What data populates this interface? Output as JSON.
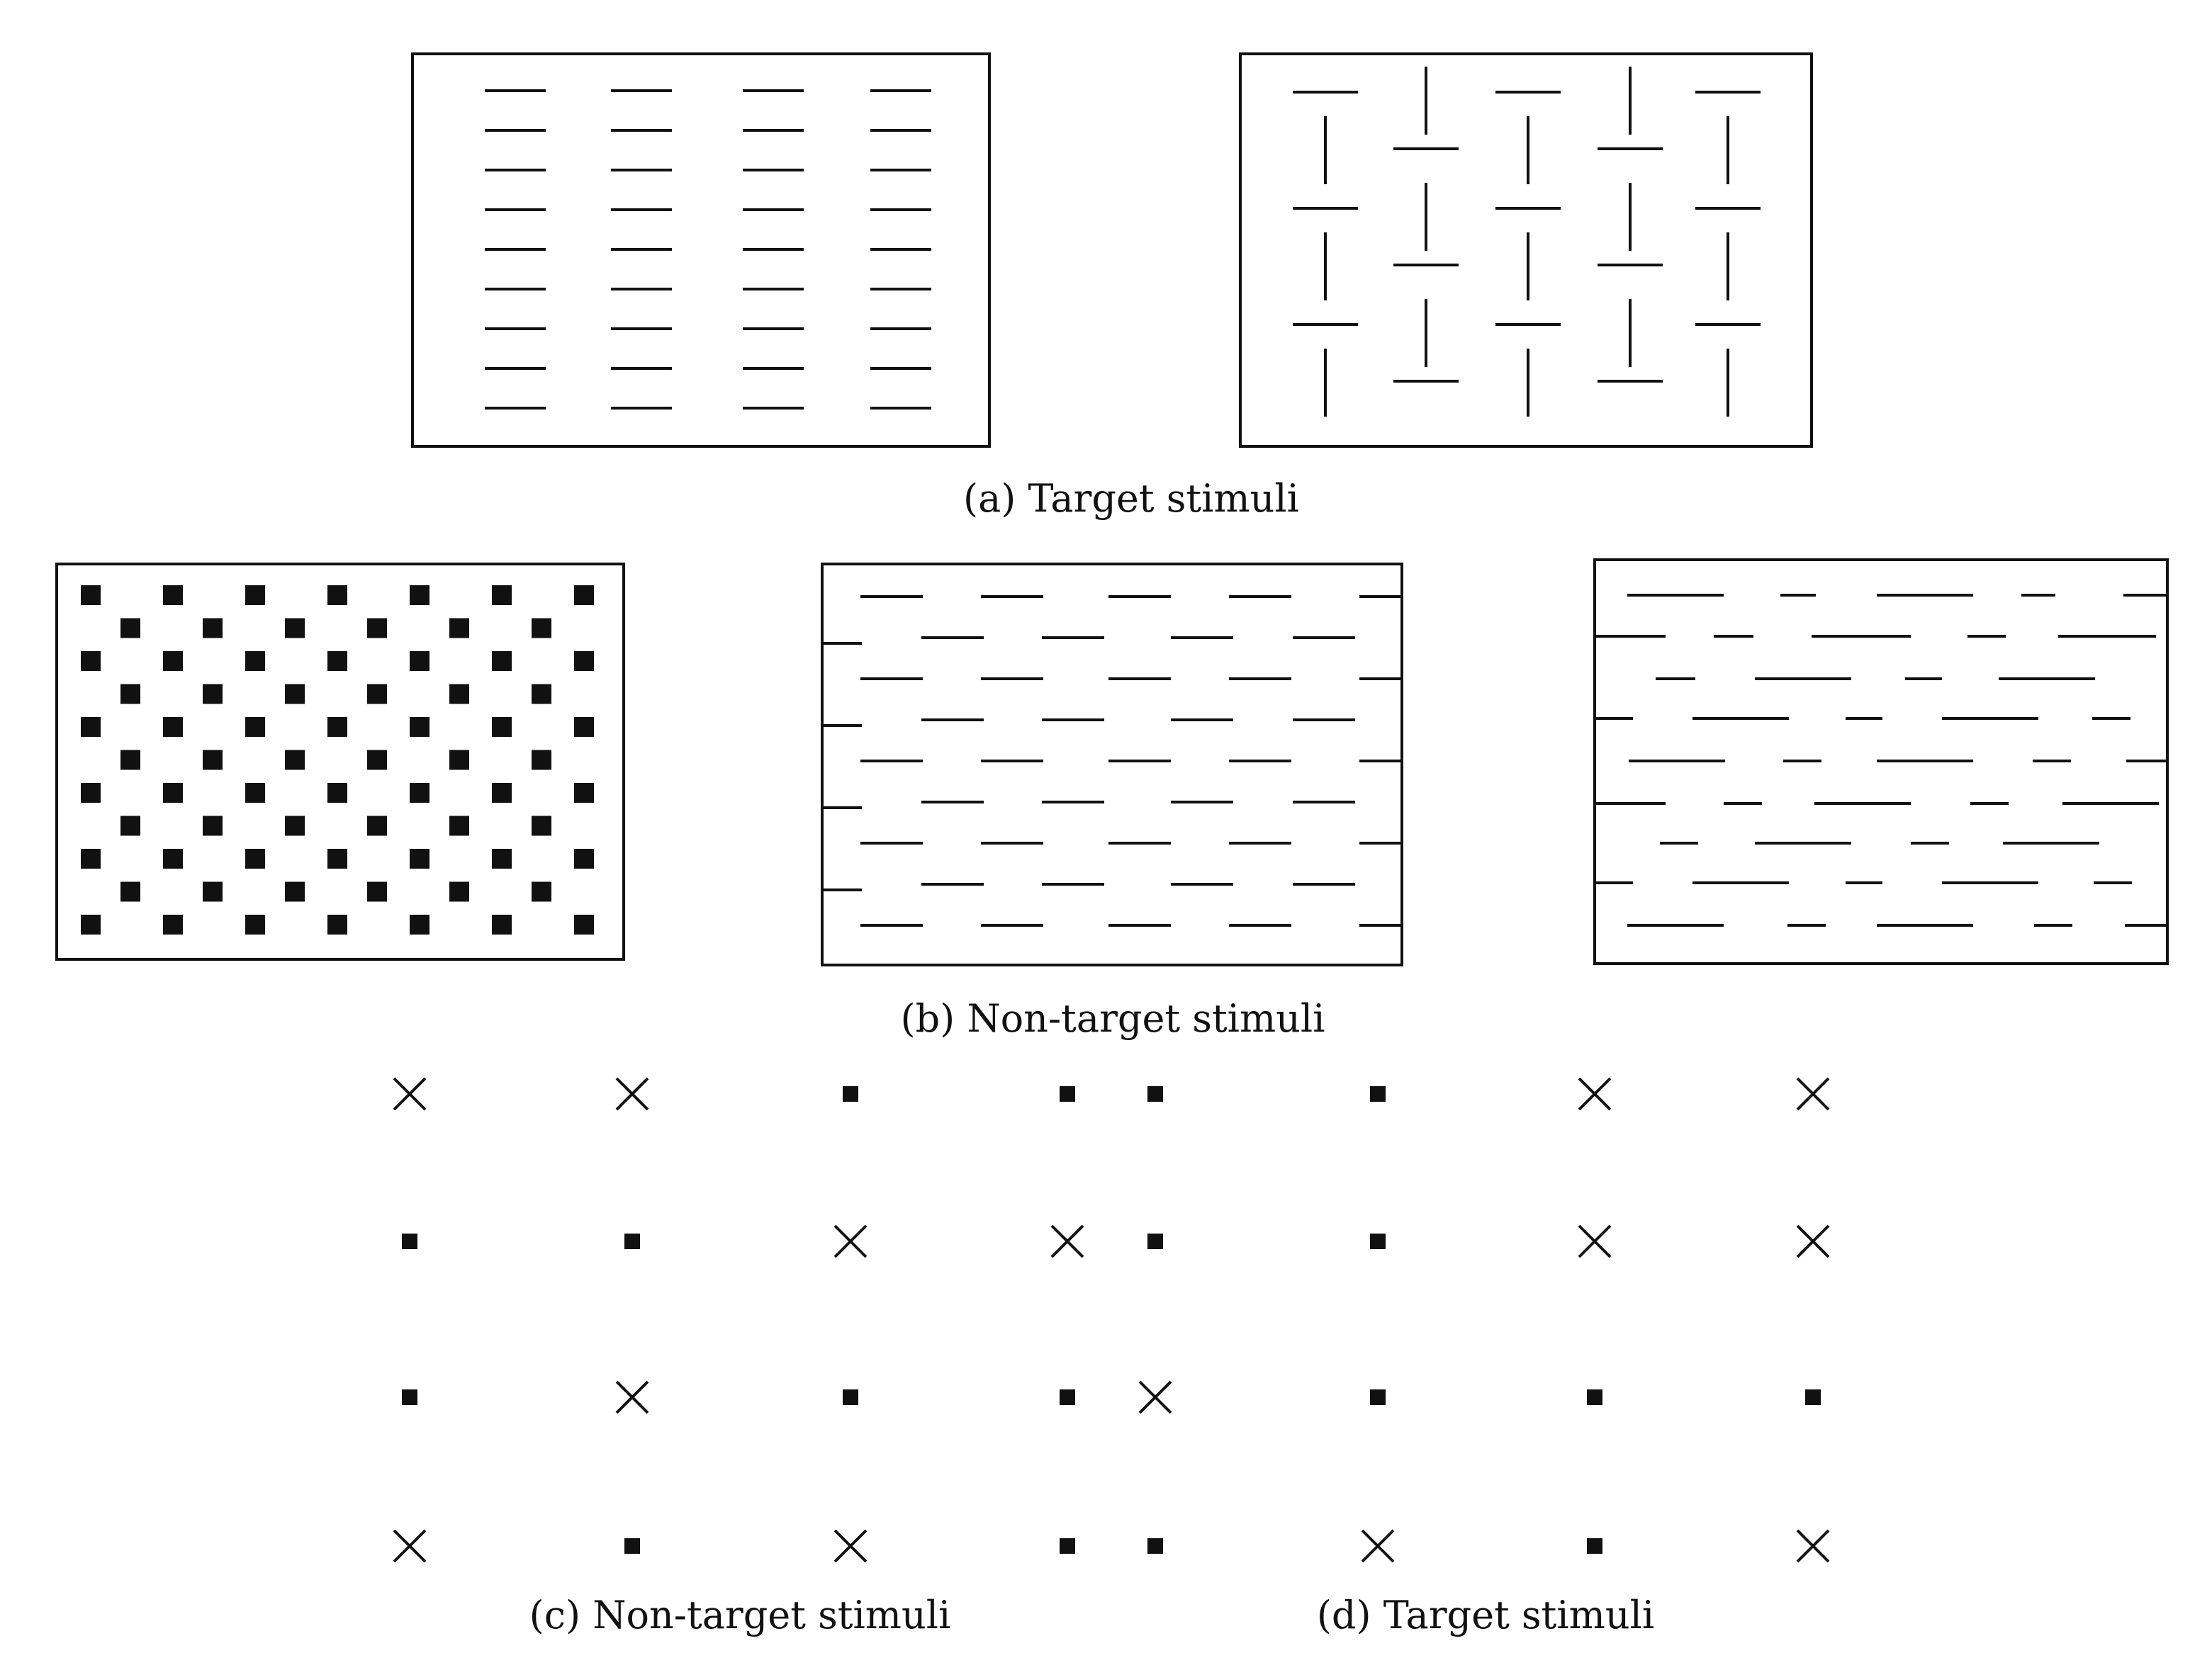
{
  "captions": {
    "a": "(a) Target stimuli",
    "b": "(b) Non-target stimuli",
    "c": "(c) Non-target stimuli",
    "d": "(d) Target stimuli"
  },
  "colors": {
    "ink": "#111111",
    "background": "#ffffff"
  },
  "panel_c": {
    "description_symbols": [
      "x-mark",
      "square-dot"
    ],
    "rows": [
      [
        "x",
        "x",
        "sq",
        "sq"
      ],
      [
        "sq",
        "sq",
        "x",
        "x"
      ],
      [
        "sq",
        "x",
        "sq",
        "sq"
      ],
      [
        "x",
        "sq",
        "x",
        "sq"
      ]
    ]
  },
  "panel_d": {
    "rows": [
      [
        "sq",
        "sq",
        "x",
        "x"
      ],
      [
        "sq",
        "sq",
        "x",
        "x"
      ],
      [
        "x",
        "sq",
        "sq",
        "sq"
      ],
      [
        "sq",
        "x",
        "sq",
        "x"
      ]
    ]
  }
}
